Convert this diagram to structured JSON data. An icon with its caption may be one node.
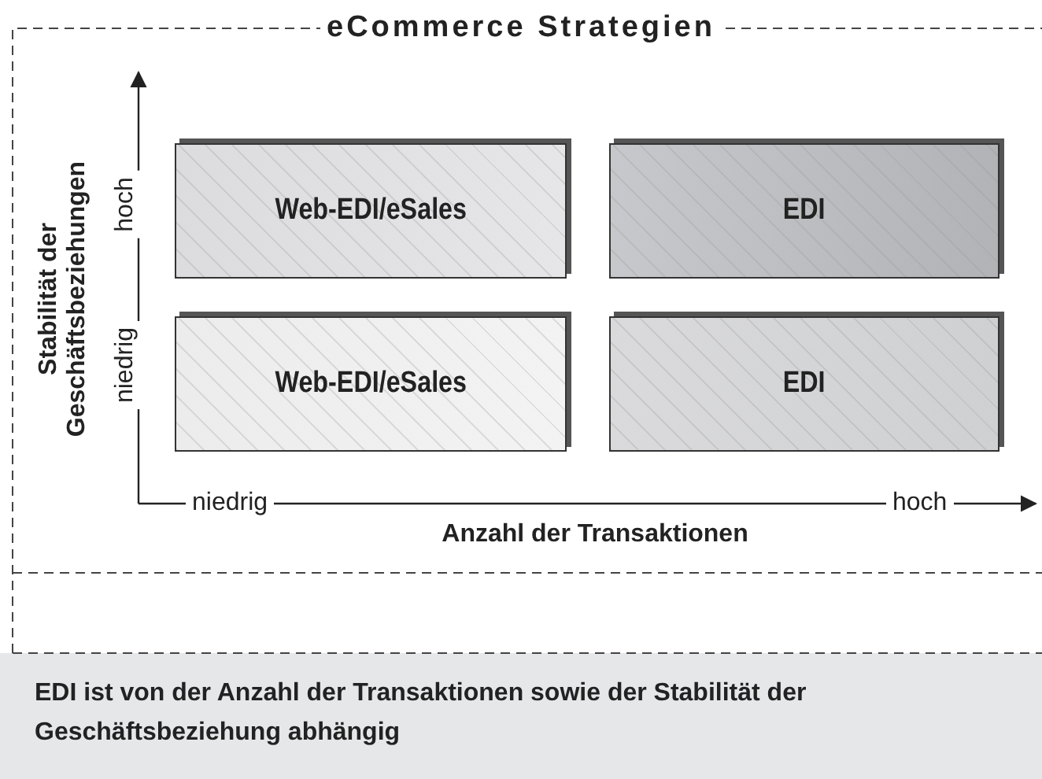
{
  "diagram": {
    "title": "eCommerce Strategien",
    "caption": "EDI ist von der Anzahl der Transaktionen sowie der Stabilität der Geschäftsbeziehung abhängig",
    "nodes": [
      {
        "text": [
          "Web-EDI/eSales"
        ]
      },
      {
        "text": [
          "EDI"
        ]
      },
      {
        "text": [
          "Web-EDI/eSales"
        ]
      },
      {
        "text": [
          "EDI"
        ]
      }
    ],
    "labels": [
      "Stabilität der Geschäftsbeziehungen",
      "hoch",
      "niedrig",
      "niedrig",
      "hoch",
      "Anzahl der Transaktionen"
    ]
  }
}
